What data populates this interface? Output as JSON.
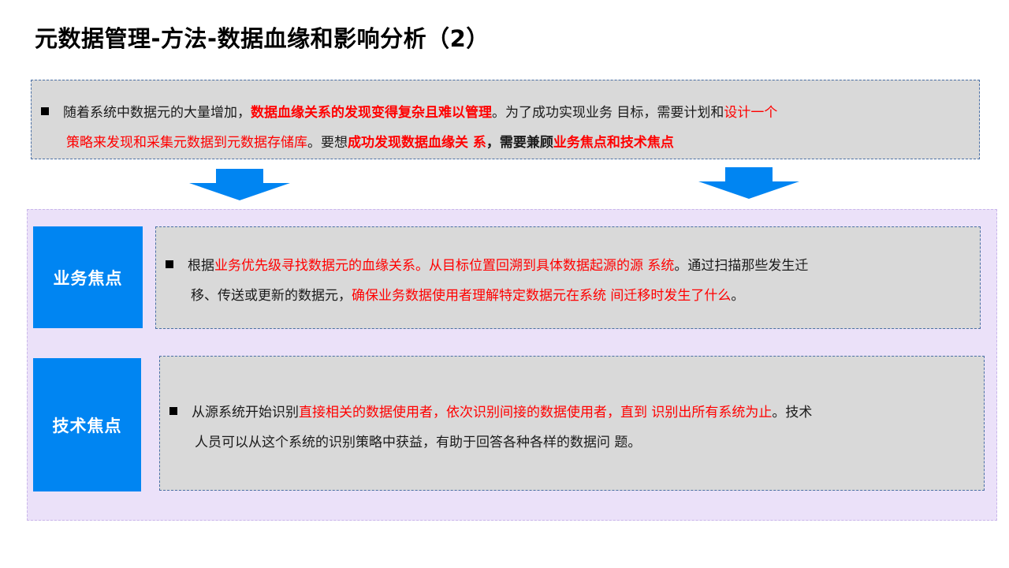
{
  "page": {
    "title": "元数据管理-方法-数据血缘和影响分析（2）"
  },
  "intro": {
    "segments": [
      {
        "text": "随着系统中数据元的大量增加，",
        "style": "normal"
      },
      {
        "text": "数据血缘关系的发现变得复杂且难以管理",
        "style": "red-bold"
      },
      {
        "text": "。为了成功实现业务 目标，需要计划和",
        "style": "normal"
      },
      {
        "text": "设计一个",
        "style": "red"
      },
      {
        "text": "策略来发现和采集元数据到元数据存储库",
        "style": "red"
      },
      {
        "text": "。要想",
        "style": "normal"
      },
      {
        "text": "成功发现数据血缘关 系",
        "style": "red-bold"
      },
      {
        "text": "，需要兼顾",
        "style": "bold"
      },
      {
        "text": "业务焦点和技术焦点",
        "style": "red-bold"
      }
    ]
  },
  "business": {
    "label": "业务焦点",
    "segments": [
      {
        "text": "根据",
        "style": "normal"
      },
      {
        "text": "业务优先级寻找数据元的血缘关系。从目标位置回溯到具体数据起源的源 系统",
        "style": "red"
      },
      {
        "text": "。通过扫描那些发生迁",
        "style": "normal"
      },
      {
        "text": "移、传送或更新的数据元，",
        "style": "normal"
      },
      {
        "text": "确保业务数据使用者理解特定数据元在系统 间迁移时发生了什么",
        "style": "red"
      },
      {
        "text": "。",
        "style": "normal"
      }
    ]
  },
  "technical": {
    "label": "技术焦点",
    "segments": [
      {
        "text": "从源系统开始识别",
        "style": "normal"
      },
      {
        "text": "直接相关的数据使用者，依次识别间接的数据使用者，直到 识别出所有系统为止",
        "style": "red"
      },
      {
        "text": "。技术",
        "style": "normal"
      },
      {
        "text": "人员可以从这个系统的识别策略中获益，有助于回答各种各样的数据问 题。",
        "style": "normal"
      }
    ]
  },
  "colors": {
    "accent_blue": "#0085f2",
    "highlight_red": "#ff0000",
    "panel_gray": "#d9d9d9",
    "panel_lavender": "#ebe1f9"
  }
}
